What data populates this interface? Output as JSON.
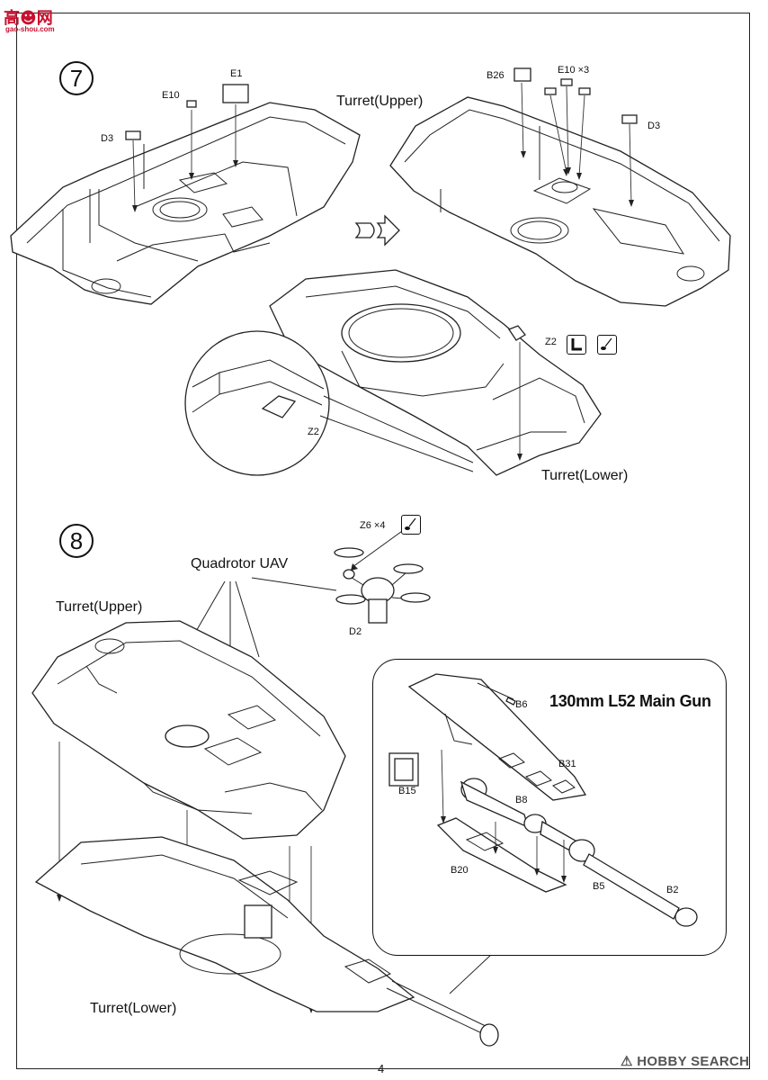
{
  "logo": {
    "main": "高☻网",
    "url": "gao-shou.com"
  },
  "step7": {
    "number": "7",
    "turret_upper_label": "Turret(Upper)",
    "turret_lower_label": "Turret(Lower)",
    "parts_left": {
      "e1": "E1",
      "e10": "E10",
      "d3": "D3"
    },
    "parts_right": {
      "b26": "B26",
      "e10x3": "E10 ×3",
      "d3": "D3"
    },
    "z2_label": "Z2",
    "z2_detail_label": "Z2",
    "tools": [
      "cement-icon",
      "paint-brush-icon"
    ]
  },
  "step8": {
    "number": "8",
    "z6_label": "Z6 ×4",
    "quadrotor_label": "Quadrotor UAV",
    "d2_label": "D2",
    "turret_upper_label": "Turret(Upper)",
    "turret_lower_label": "Turret(Lower)",
    "tools": [
      "paint-brush-icon"
    ]
  },
  "gun_callout": {
    "title": "130mm L52 Main Gun",
    "parts": {
      "b6": "B6",
      "b31": "B31",
      "b15": "B15",
      "b8": "B8",
      "b20": "B20",
      "b5": "B5",
      "b2": "B2"
    }
  },
  "footer": {
    "page_number": "4",
    "watermark": "⚠ HOBBY SEARCH"
  }
}
